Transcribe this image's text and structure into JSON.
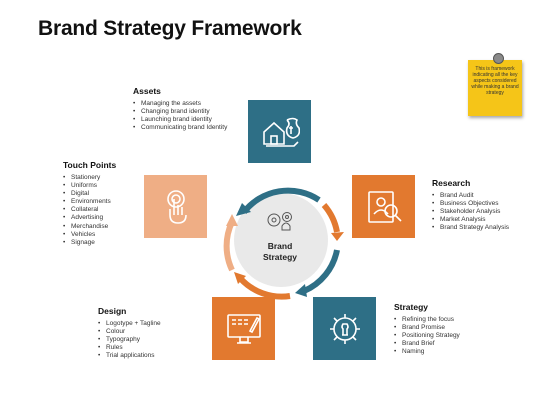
{
  "title": "Brand Strategy Framework",
  "note": {
    "text": "This is framework indicating all the key aspects considered while making a brand strategy"
  },
  "center": {
    "line1": "Brand",
    "line2": "Strategy"
  },
  "sections": {
    "assets": {
      "title": "Assets",
      "items": [
        "Managing the assets",
        "Changing brand identity",
        "Launching brand identity",
        "Communicating brand Identity"
      ]
    },
    "research": {
      "title": "Research",
      "items": [
        "Brand Audit",
        "Business Objectives",
        "Stakeholder Analysis",
        "Market Analysis",
        "Brand Strategy Analysis"
      ]
    },
    "touch_points": {
      "title": "Touch Points",
      "items": [
        "Stationery",
        "Uniforms",
        "Digital",
        "Environments",
        "Collateral",
        "Advertising",
        "Merchandise",
        "Vehicles",
        "Signage"
      ]
    },
    "design": {
      "title": "Design",
      "items": [
        "Logotype + Tagline",
        "Colour",
        "Typography",
        "Rules",
        "Trial applications"
      ]
    },
    "strategy": {
      "title": "Strategy",
      "items": [
        "Refining the focus",
        "Brand Promise",
        "Positioning Strategy",
        "Brand Brief",
        "Naming"
      ]
    }
  },
  "icons": {
    "assets": "house-money-icon",
    "research": "person-magnifier-icon",
    "touch_points": "touch-finger-icon",
    "design": "monitor-design-icon",
    "strategy": "gear-chess-icon",
    "center": "gears-idea-icon"
  },
  "colors": {
    "teal": "#2e6f86",
    "orange": "#e2792f",
    "peach": "#efae85",
    "note": "#f5c518"
  }
}
